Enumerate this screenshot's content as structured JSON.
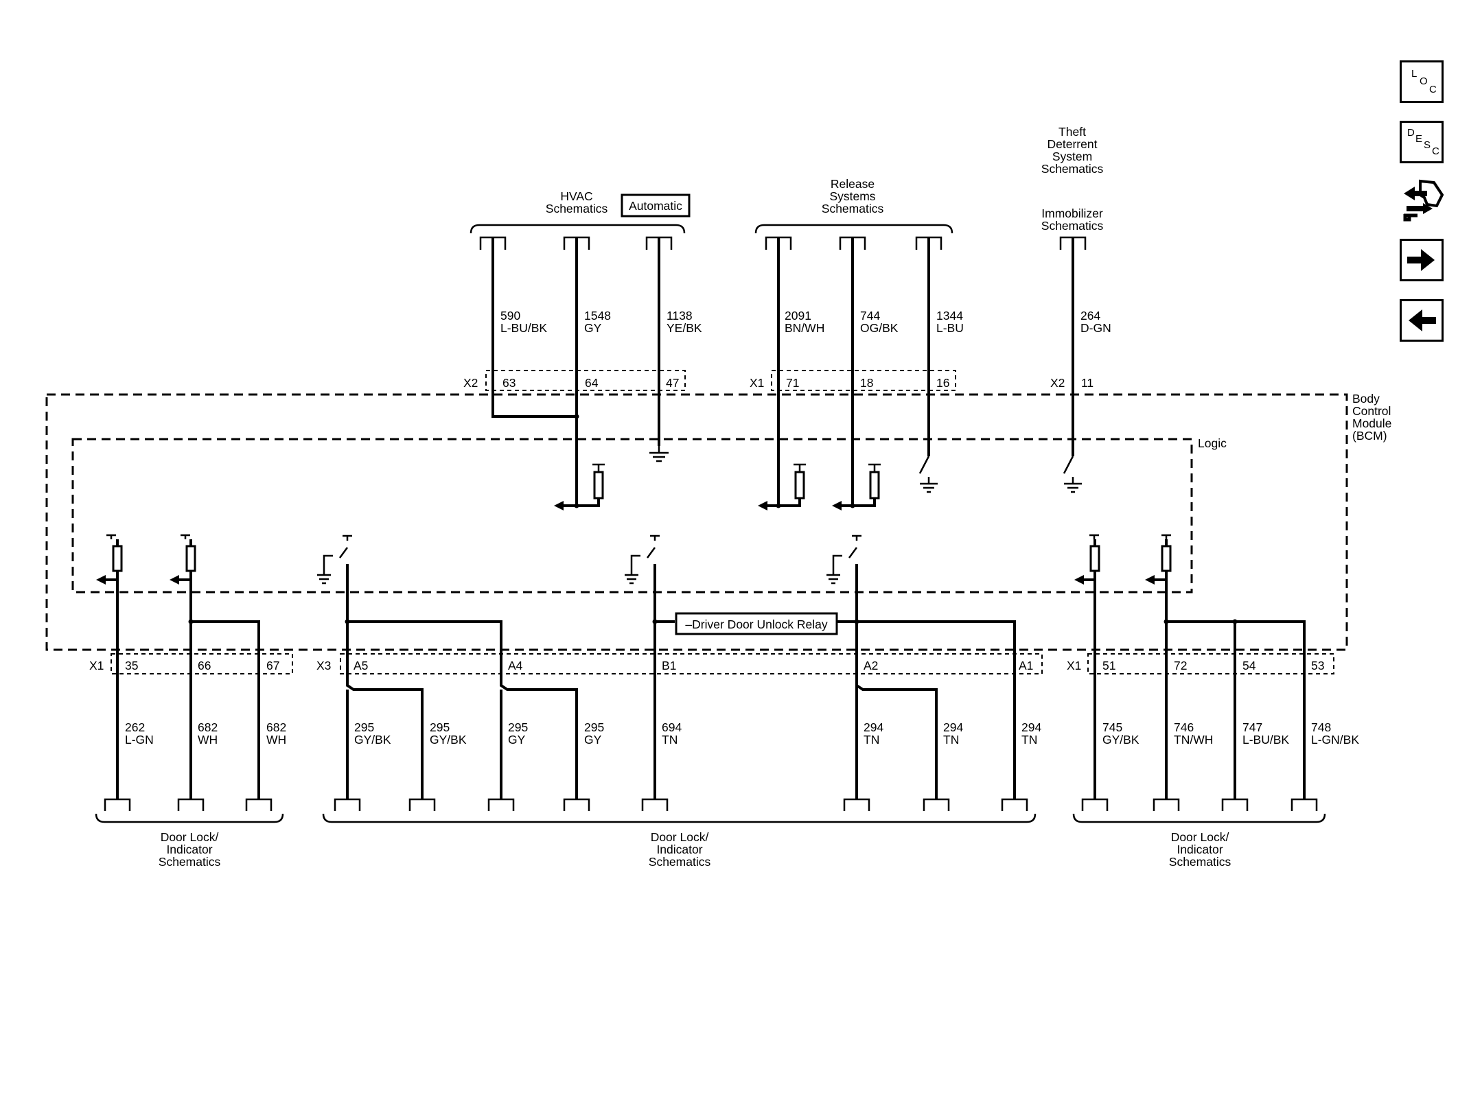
{
  "top_groups": {
    "hvac": {
      "label_lines": [
        "HVAC",
        "Schematics"
      ],
      "badge": "Automatic"
    },
    "release": {
      "label_lines": [
        "Release",
        "Systems",
        "Schematics"
      ]
    },
    "theft": {
      "label_lines": [
        "Theft",
        "Deterrent",
        "System",
        "Schematics"
      ]
    },
    "immobilizer": {
      "label_lines": [
        "Immobilizer",
        "Schematics"
      ]
    }
  },
  "top_wires": [
    {
      "circuit": "590",
      "color": "L-BU/BK"
    },
    {
      "circuit": "1548",
      "color": "GY"
    },
    {
      "circuit": "1138",
      "color": "YE/BK"
    },
    {
      "circuit": "2091",
      "color": "BN/WH"
    },
    {
      "circuit": "744",
      "color": "OG/BK"
    },
    {
      "circuit": "1344",
      "color": "L-BU"
    },
    {
      "circuit": "264",
      "color": "D-GN"
    }
  ],
  "top_connectors": [
    {
      "name": "X2",
      "pins": [
        "63",
        "64",
        "47"
      ]
    },
    {
      "name": "X1",
      "pins": [
        "71",
        "18",
        "16"
      ]
    },
    {
      "name": "X2",
      "pins": [
        "11"
      ]
    }
  ],
  "module": {
    "label_lines": [
      "Body",
      "Control",
      "Module",
      "(BCM)"
    ],
    "logic": "Logic",
    "relay": "–Driver Door Unlock Relay"
  },
  "bottom_connectors": [
    {
      "name": "X1",
      "pins": [
        "35",
        "66",
        "67"
      ]
    },
    {
      "name": "X3",
      "pins": [
        "A5",
        "A4",
        "B1",
        "A2",
        "A1"
      ]
    },
    {
      "name": "X1",
      "pins": [
        "51",
        "72",
        "54",
        "53"
      ]
    }
  ],
  "bottom_wires": [
    {
      "circuit": "262",
      "color": "L-GN"
    },
    {
      "circuit": "682",
      "color": "WH"
    },
    {
      "circuit": "682",
      "color": "WH"
    },
    {
      "circuit": "295",
      "color": "GY/BK"
    },
    {
      "circuit": "295",
      "color": "GY/BK"
    },
    {
      "circuit": "295",
      "color": "GY"
    },
    {
      "circuit": "295",
      "color": "GY"
    },
    {
      "circuit": "694",
      "color": "TN"
    },
    {
      "circuit": "294",
      "color": "TN"
    },
    {
      "circuit": "294",
      "color": "TN"
    },
    {
      "circuit": "294",
      "color": "TN"
    },
    {
      "circuit": "745",
      "color": "GY/BK"
    },
    {
      "circuit": "746",
      "color": "TN/WH"
    },
    {
      "circuit": "747",
      "color": "L-BU/BK"
    },
    {
      "circuit": "748",
      "color": "L-GN/BK"
    }
  ],
  "bottom_groups": [
    {
      "label_lines": [
        "Door Lock/",
        "Indicator",
        "Schematics"
      ]
    },
    {
      "label_lines": [
        "Door Lock/",
        "Indicator",
        "Schematics"
      ]
    },
    {
      "label_lines": [
        "Door Lock/",
        "Indicator",
        "Schematics"
      ]
    }
  ],
  "nav": {
    "loc": {
      "l1": "L",
      "l2": "O",
      "l3": "C"
    },
    "desc": {
      "l1": "D",
      "l2": "E",
      "l3": "S",
      "l4": "C"
    }
  },
  "icons": [
    "connector-end-view-icon",
    "arrow-right-icon",
    "arrow-left-icon"
  ]
}
